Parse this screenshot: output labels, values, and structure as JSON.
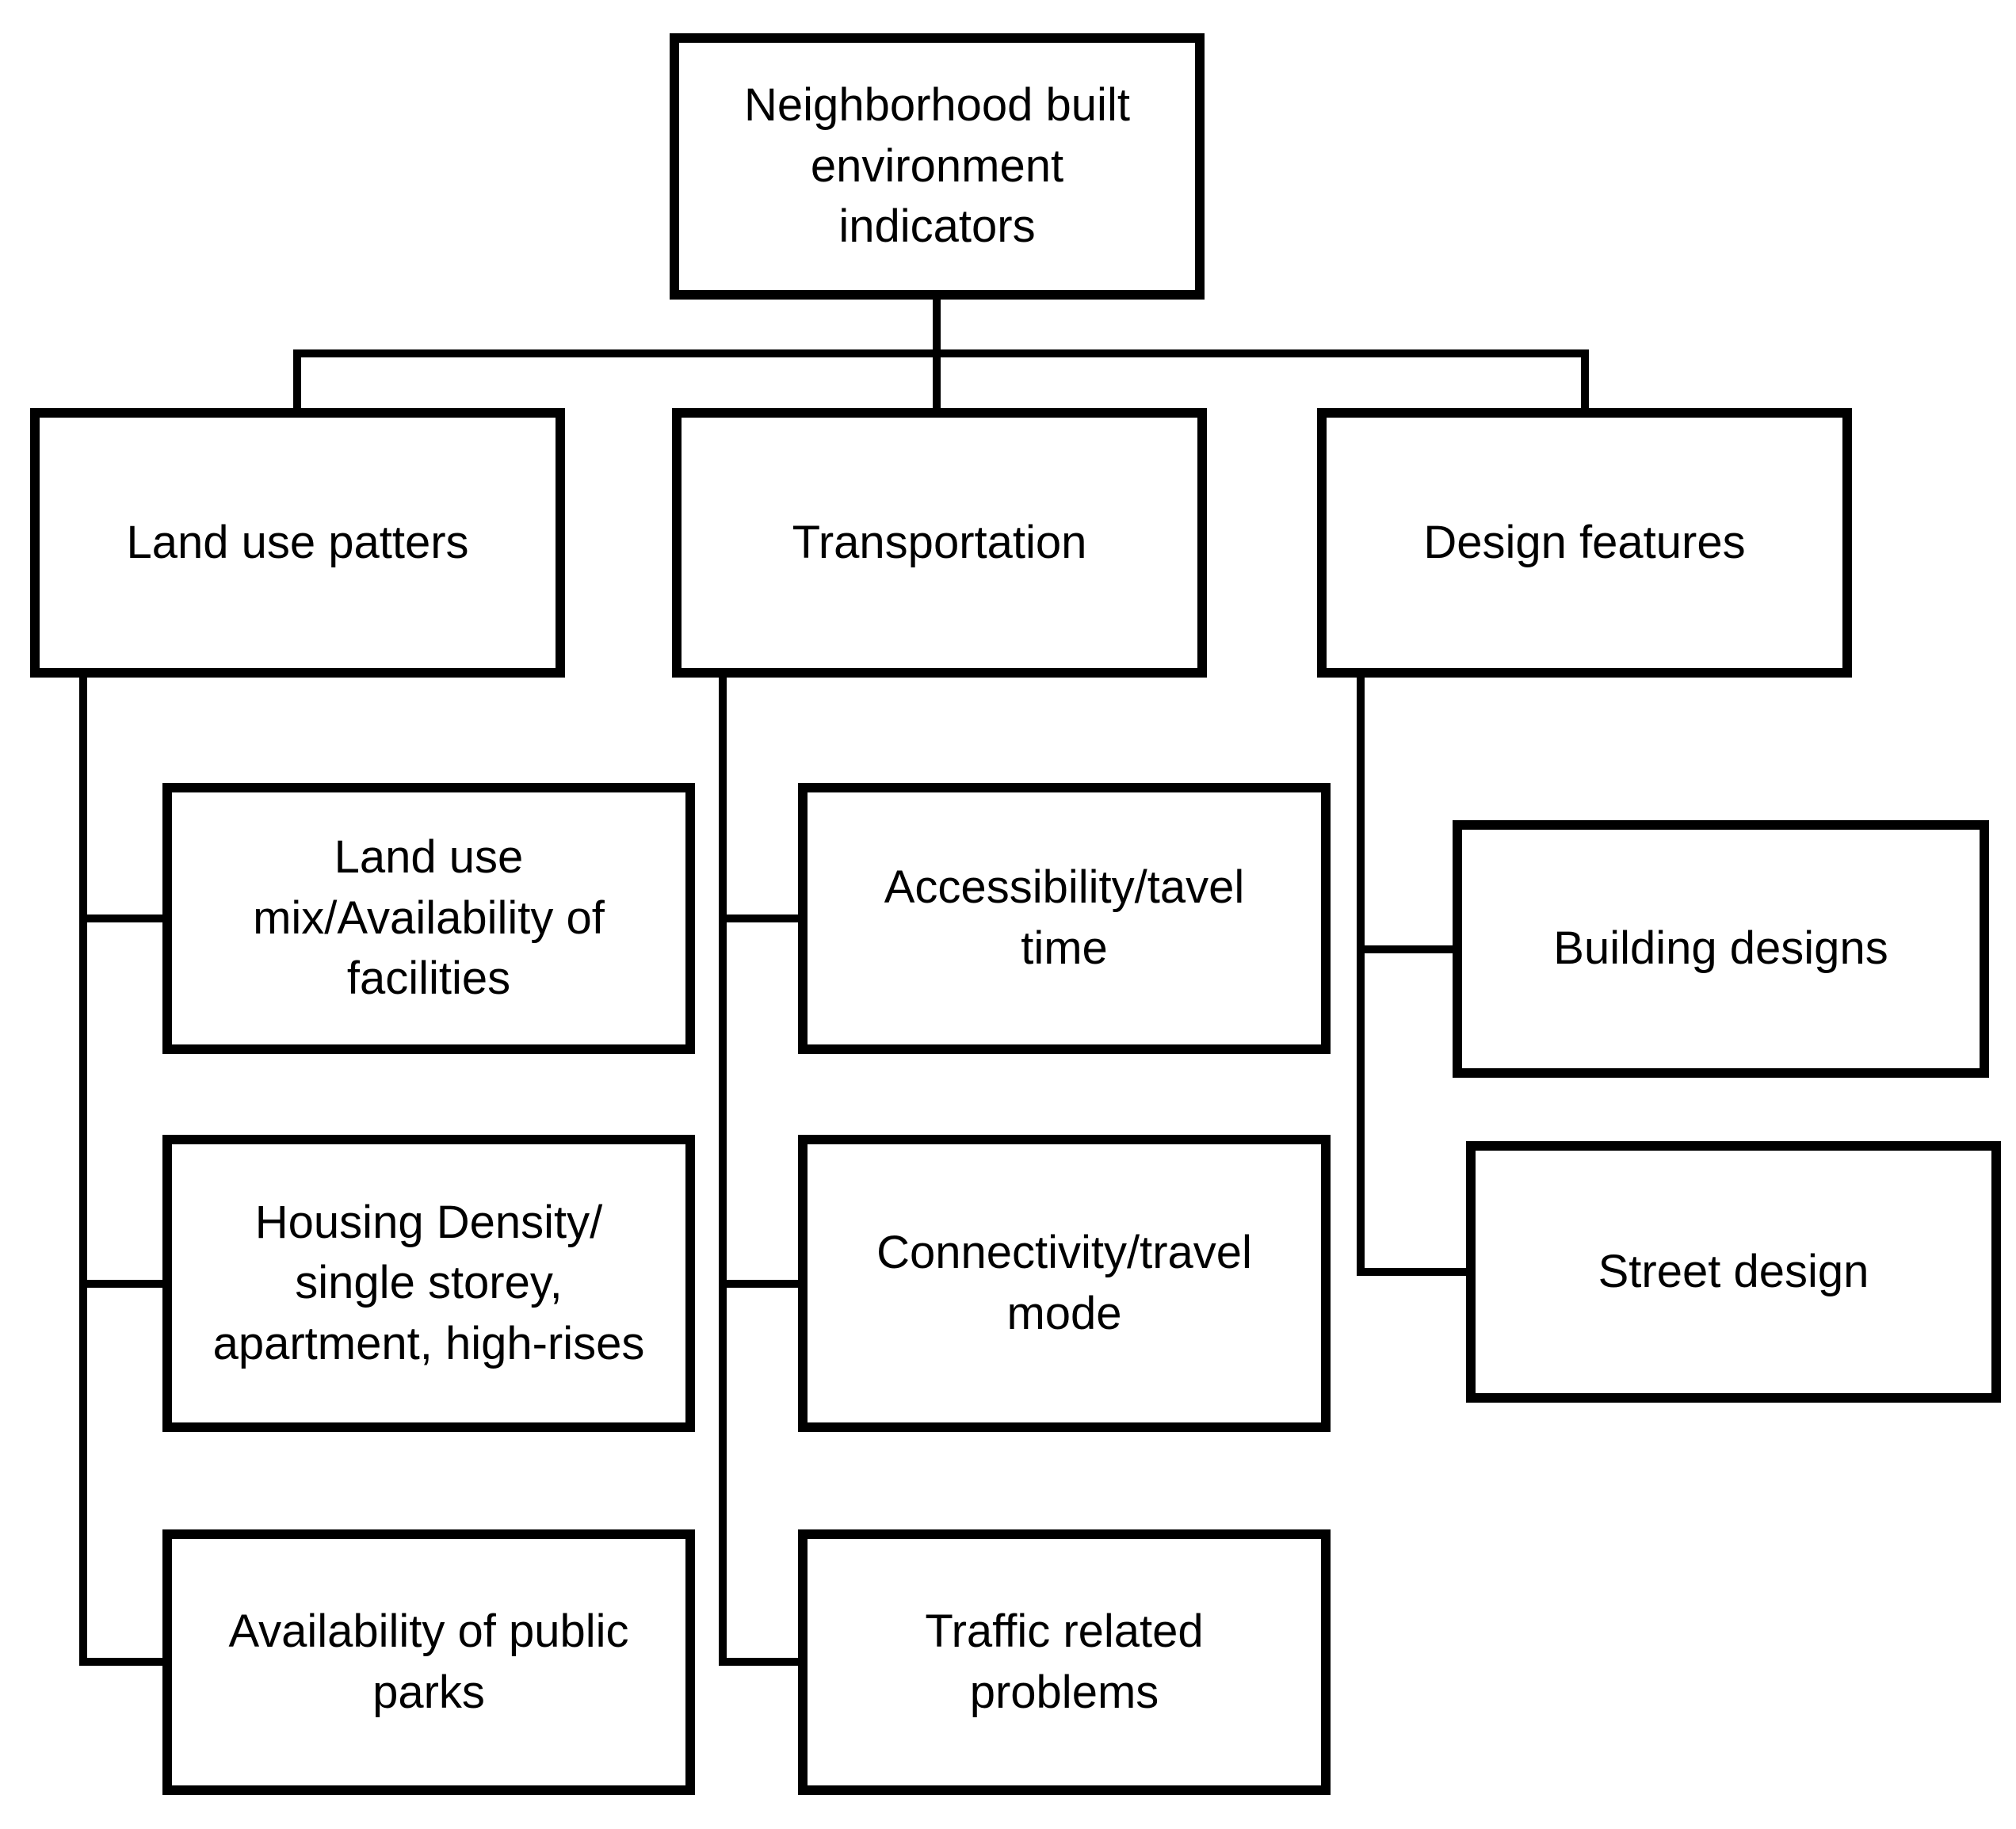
{
  "diagram": {
    "type": "flowchart",
    "background_color": "#ffffff",
    "line_color": "#000000",
    "text_color": "#000000",
    "nodes": {
      "root": {
        "label": "Neighborhood built\nenvironment\nindicators"
      },
      "land_use": {
        "label": "Land use patters"
      },
      "transportation": {
        "label": "Transportation"
      },
      "design_features": {
        "label": "Design features"
      },
      "land_use_mix": {
        "label": "Land use\nmix/Availability of\nfacilities"
      },
      "housing_density": {
        "label": "Housing Density/\nsingle storey,\napartment, high-rises"
      },
      "public_parks": {
        "label": "Availability of public\nparks"
      },
      "accessibility": {
        "label": "Accessibility/tavel\ntime"
      },
      "connectivity": {
        "label": "Connectivity/travel\nmode"
      },
      "traffic_problems": {
        "label": "Traffic related\nproblems"
      },
      "building_designs": {
        "label": "Building designs"
      },
      "street_design": {
        "label": "Street design"
      }
    },
    "edges": [
      {
        "from": "root",
        "to": "land_use"
      },
      {
        "from": "root",
        "to": "transportation"
      },
      {
        "from": "root",
        "to": "design_features"
      },
      {
        "from": "land_use",
        "to": "land_use_mix"
      },
      {
        "from": "land_use",
        "to": "housing_density"
      },
      {
        "from": "land_use",
        "to": "public_parks"
      },
      {
        "from": "transportation",
        "to": "accessibility"
      },
      {
        "from": "transportation",
        "to": "connectivity"
      },
      {
        "from": "transportation",
        "to": "traffic_problems"
      },
      {
        "from": "design_features",
        "to": "building_designs"
      },
      {
        "from": "design_features",
        "to": "street_design"
      }
    ]
  }
}
